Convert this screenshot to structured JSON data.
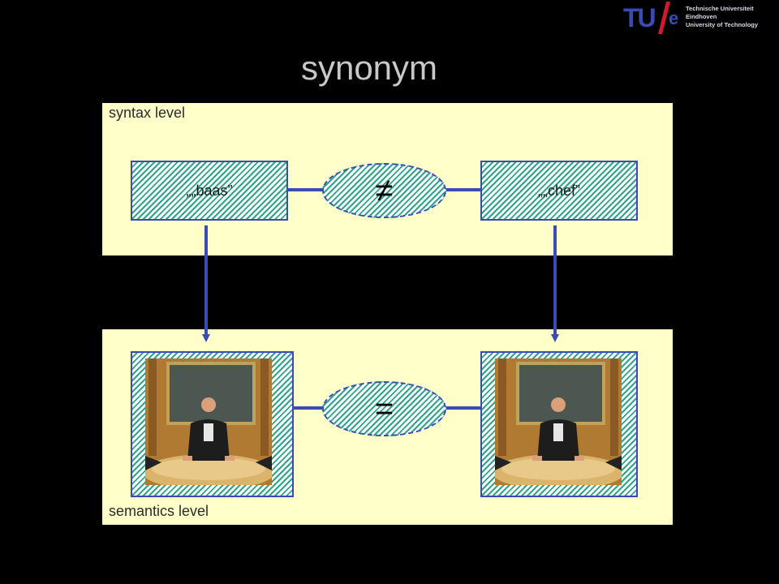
{
  "header": {
    "logo_mark": "TU/e",
    "logo_lines": [
      "Technische Universiteit",
      "Eindhoven",
      "University of Technology"
    ]
  },
  "slide": {
    "title": "synonym"
  },
  "syntax": {
    "label": "syntax level",
    "left_word": "„„baas”",
    "right_word": "„„chef”",
    "relation": "≠"
  },
  "semantics": {
    "label": "semantics level",
    "relation": "=",
    "left_image": "businessman-at-conference-table",
    "right_image": "businessman-at-conference-table"
  },
  "colors": {
    "background": "#000000",
    "panel": "#ffffc9",
    "hatch_green": "#2ea38f",
    "connector_blue": "#3a4bb3",
    "logo_red": "#d3182c",
    "title_gray": "#c8c8c8"
  }
}
